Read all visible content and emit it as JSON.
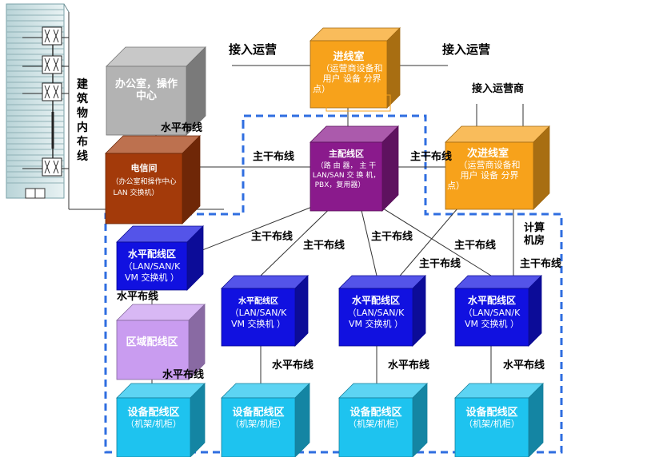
{
  "colors": {
    "orange": "#f7a21b",
    "gray": "#b3b3b3",
    "brown": "#a33a0a",
    "purple": "#8a1a8c",
    "blue": "#1111e0",
    "lavender": "#c99cf0",
    "cyan": "#1ec3ef",
    "dash_border": "#2f6ee0"
  },
  "building": {
    "label_chars": [
      "建",
      "筑",
      "物",
      "内",
      "布",
      "线"
    ]
  },
  "labels": {
    "access_left": "接入运营",
    "access_right": "接入运营",
    "access_operator": "接入运营商",
    "horizontal_cabling": "水平布线",
    "backbone_cabling": "主干布线",
    "computer_room": [
      "计算",
      "机房"
    ]
  },
  "boxes": {
    "entrance_room": {
      "title": "进线室",
      "sub": [
        "（运营商设备和",
        "用户 设备 分界",
        "点）"
      ]
    },
    "secondary_entrance": {
      "title": "次进线室",
      "sub": [
        "（运营商设备和",
        "用户 设备 分界",
        "点）"
      ]
    },
    "office": {
      "title": [
        "办公室，操作",
        "中心"
      ]
    },
    "telecom_room": {
      "title": "电信间",
      "sub": [
        "（办公室和操作中心",
        "LAN 交换机）"
      ]
    },
    "main_dist": {
      "title": "主配线区",
      "sub": [
        "（路 由 器， 主 干",
        "LAN/SAN 交 换 机，",
        "PBX，复用器）"
      ]
    },
    "hda1": {
      "title": "水平配线区",
      "sub": [
        "（LAN/SAN/K",
        "VM 交换机 ）"
      ]
    },
    "hda2": {
      "title": "水平配线区",
      "sub": [
        "（LAN/SAN/K",
        "VM 交换机 ）"
      ]
    },
    "hda3": {
      "title": "水平配线区",
      "sub": [
        "（LAN/SAN/K",
        "VM 交换机 ）"
      ]
    },
    "hda4": {
      "title": "水平配线区",
      "sub": [
        "（LAN/SAN/K",
        "VM 交换机 ）"
      ]
    },
    "zone": {
      "title": "区域配线区"
    },
    "eda": {
      "title": "设备配线区",
      "sub": "（机架/机柜）"
    }
  }
}
